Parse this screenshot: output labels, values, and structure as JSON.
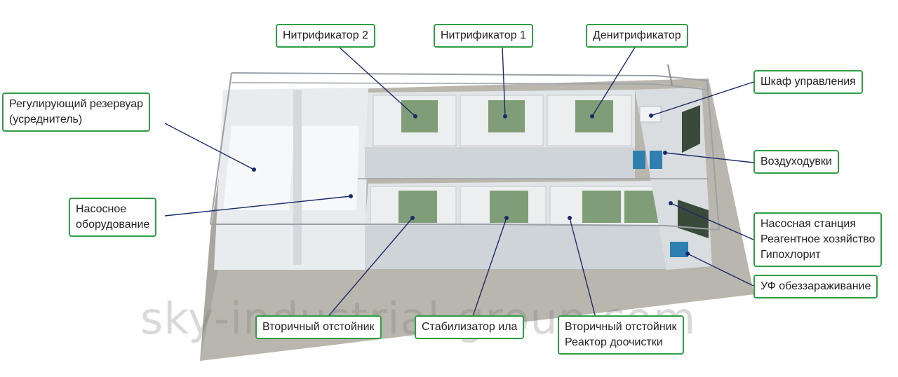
{
  "labels": {
    "nitrifier2": "Нитрификатор 2",
    "nitrifier1": "Нитрификатор 1",
    "denitrifier": "Денитрификатор",
    "control_cabinet": "Шкаф управления",
    "reservoir_line1": "Регулирующий резервуар",
    "reservoir_line2": "(усреднитель)",
    "blowers": "Воздуходувки",
    "pump_equipment_line1": "Насосное",
    "pump_equipment_line2": "оборудование",
    "pump_station_line1": "Насосная станция",
    "pump_station_line2": "Реагентное хозяйство",
    "pump_station_line3": "Гипохлорит",
    "uv": "УФ обеззараживание",
    "secondary_clarifier": "Вторичный отстойник",
    "sludge_stabilizer": "Стабилизатор ила",
    "secondary_clarifier2_line1": "Вторичный отстойник",
    "secondary_clarifier2_line2": "Реактор доочистки"
  },
  "watermark": "sky-industrial-group.com",
  "colors": {
    "callout_border": "#2f9e44",
    "leader_line": "#1b2a6b",
    "tank_cover": "#7f9e78",
    "ground": "#b9b6ad"
  }
}
